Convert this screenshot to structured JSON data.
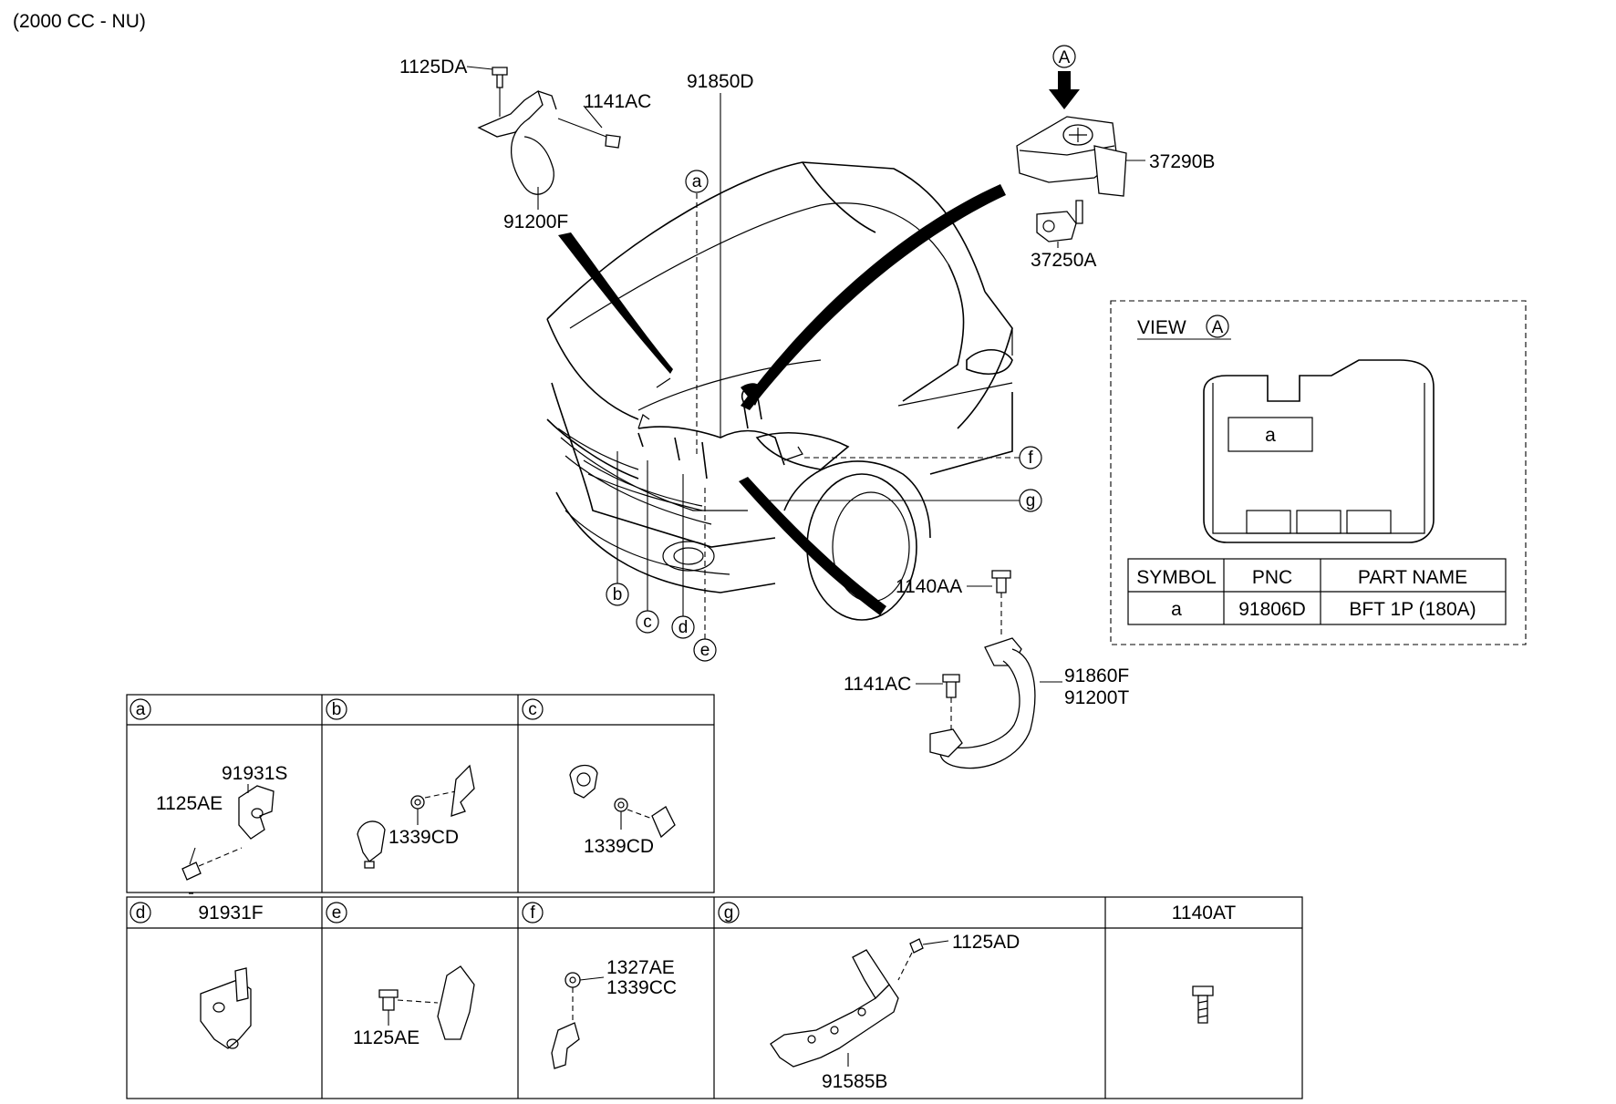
{
  "header": {
    "engine_label": "(2000 CC - NU)"
  },
  "main_parts": {
    "p_1125DA": "1125DA",
    "p_1141AC_top": "1141AC",
    "p_91200F": "91200F",
    "p_91850D": "91850D",
    "p_37290B": "37290B",
    "p_37250A": "37250A",
    "p_1140AA": "1140AA",
    "p_1141AC_bottom": "1141AC",
    "p_91860F": "91860F",
    "p_91200T": "91200T"
  },
  "callouts": {
    "a": "a",
    "b": "b",
    "c": "c",
    "d": "d",
    "e": "e",
    "f": "f",
    "g": "g",
    "view_marker": "A"
  },
  "view_a": {
    "title": "VIEW",
    "marker": "A",
    "box_symbol": "a",
    "table": {
      "headers": [
        "SYMBOL",
        "PNC",
        "PART NAME"
      ],
      "rows": [
        [
          "a",
          "91806D",
          "BFT 1P (180A)"
        ]
      ]
    }
  },
  "detail_grid": {
    "cells": [
      {
        "symbol": "a",
        "title": "",
        "parts": [
          "91931S",
          "1125AE"
        ]
      },
      {
        "symbol": "b",
        "title": "",
        "parts": [
          "1339CD"
        ]
      },
      {
        "symbol": "c",
        "title": "",
        "parts": [
          "1339CD"
        ]
      },
      {
        "symbol": "d",
        "title": "91931F",
        "parts": []
      },
      {
        "symbol": "e",
        "title": "",
        "parts": [
          "1125AE"
        ]
      },
      {
        "symbol": "f",
        "title": "",
        "parts": [
          "1327AE",
          "1339CC"
        ]
      },
      {
        "symbol": "g",
        "title": "",
        "parts": [
          "1125AD",
          "91585B"
        ]
      },
      {
        "symbol": "",
        "title": "1140AT",
        "parts": []
      }
    ]
  }
}
